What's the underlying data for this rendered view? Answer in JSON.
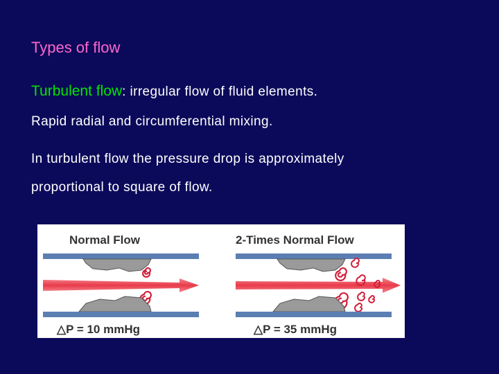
{
  "slide": {
    "title": "Types of flow",
    "turbulent_term": "Turbulent flow",
    "turbulent_def": ": irregular flow of fluid elements.",
    "mixing": "Rapid radial and circumferential mixing.",
    "pressure_line1": "In turbulent flow the pressure drop is approximately",
    "pressure_line2": "proportional to square of flow."
  },
  "figure": {
    "left_title": "Normal Flow",
    "right_title": "2-Times Normal Flow",
    "left_pressure": "△P = 10 mmHg",
    "right_pressure": "△P = 35 mmHg"
  },
  "colors": {
    "background": "#0b0a5a",
    "title": "#ff66cc",
    "term": "#00e600",
    "vessel_wall": "#5b7fb2",
    "arrow": "#e83b4a",
    "plaque": "#9a9a9a"
  }
}
